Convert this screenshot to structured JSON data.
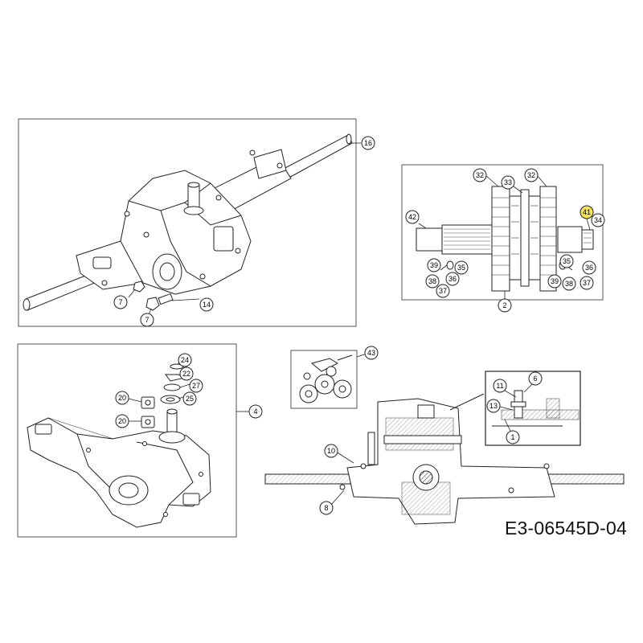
{
  "document_code": "E3-06545D-04",
  "highlight_color": "#f5e15a",
  "callouts": {
    "p1_assembly": "16",
    "p1_nut_a": "7",
    "p1_nut_b": "7",
    "p1_bolt": "14",
    "p2_assembly": "2",
    "p2_gear_l": "32",
    "p2_gear_r": "32",
    "p2_center": "33",
    "p2_shaft_l": "42",
    "p2_highlight": "41",
    "p2_r34": "34",
    "p2_l39": "39",
    "p2_l35": "35",
    "p2_l38": "38",
    "p2_l36": "36",
    "p2_l37": "37",
    "p2_r35": "35",
    "p2_r36": "36",
    "p2_r39": "39",
    "p2_r38": "38",
    "p2_r37": "37",
    "p3_assembly": "4",
    "p3_24": "24",
    "p3_22": "22",
    "p3_27": "27",
    "p3_25": "25",
    "p3_20a": "20",
    "p3_20b": "20",
    "p4_kit": "43",
    "p4_10": "10",
    "p4_8": "8",
    "p4_11": "11",
    "p4_6": "6",
    "p4_13": "13",
    "p4_1": "1"
  }
}
